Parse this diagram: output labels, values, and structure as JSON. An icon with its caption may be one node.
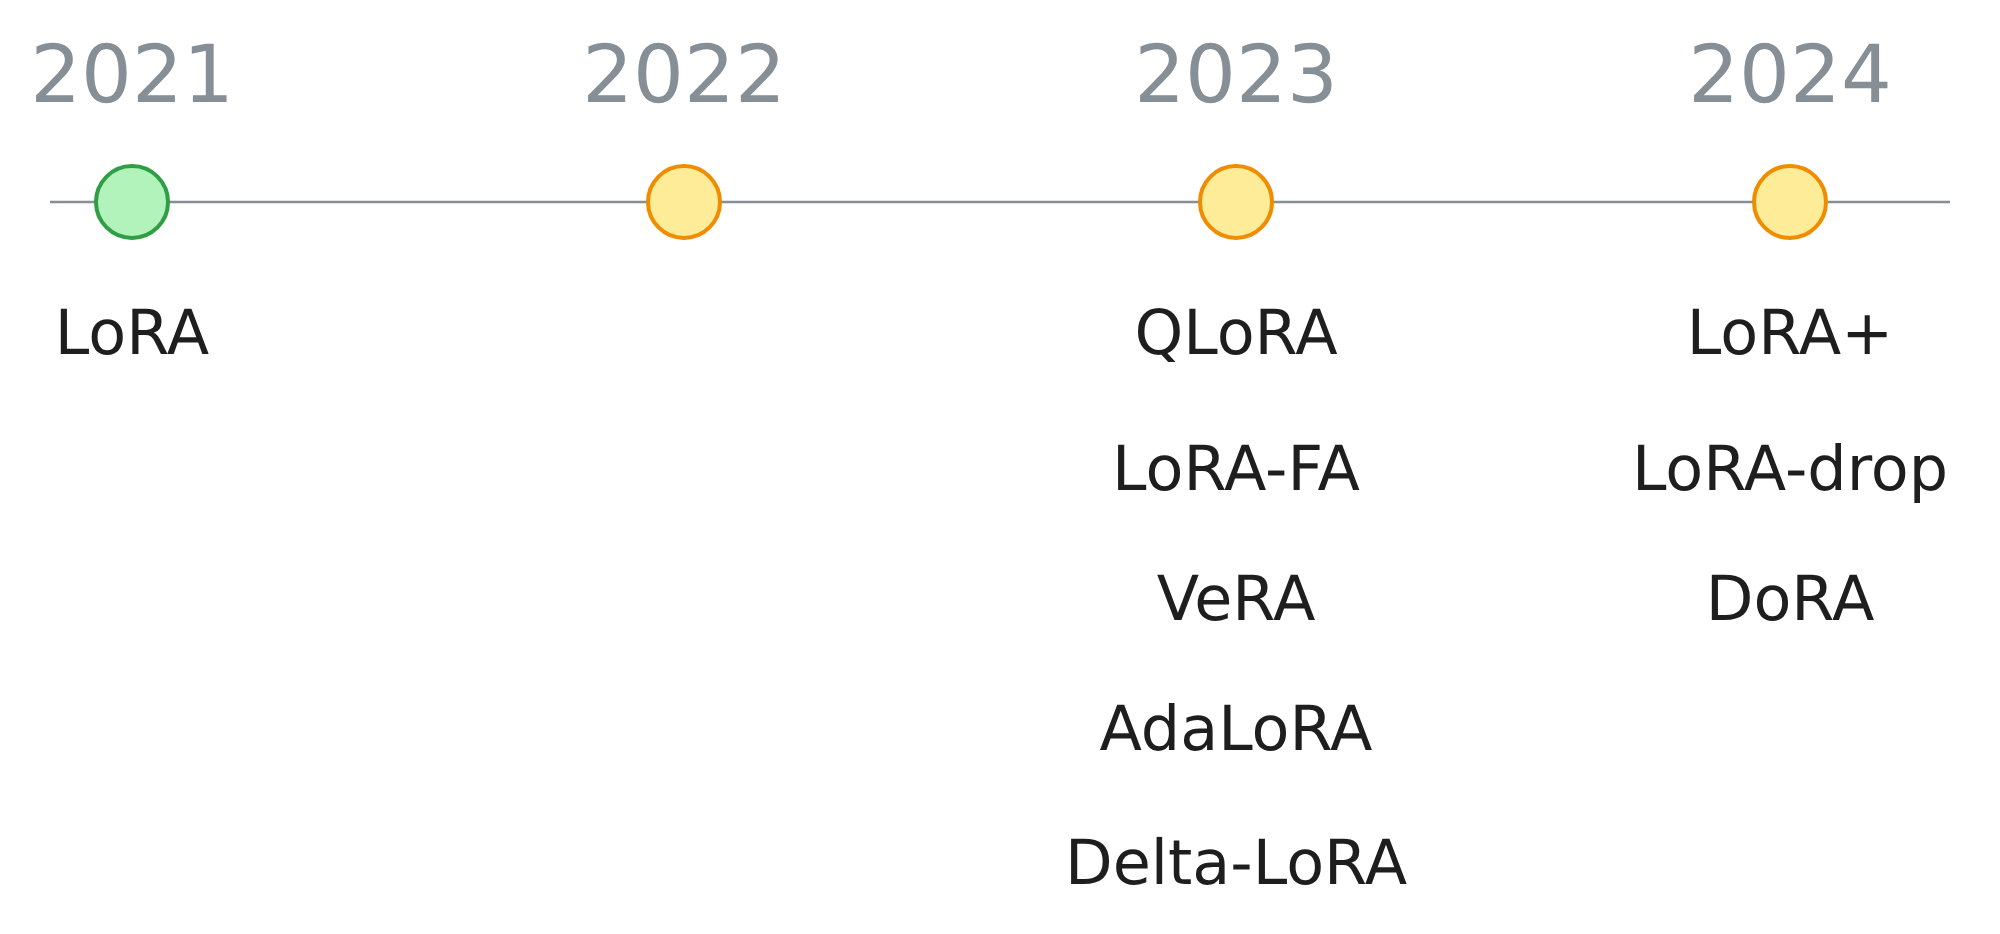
{
  "diagram": {
    "nodes": [
      {
        "text": [
          "2021"
        ],
        "beside": [
          "LoRA"
        ]
      },
      {
        "text": [
          "2022"
        ]
      },
      {
        "text": [
          "2023"
        ],
        "beside": [
          "QLoRA",
          "LoRA-FA",
          "VeRA",
          "AdaLoRA",
          "Delta-LoRA"
        ]
      },
      {
        "text": [
          "2024"
        ],
        "beside": [
          "LoRA+",
          "LoRA-drop",
          "DoRA"
        ]
      }
    ]
  }
}
